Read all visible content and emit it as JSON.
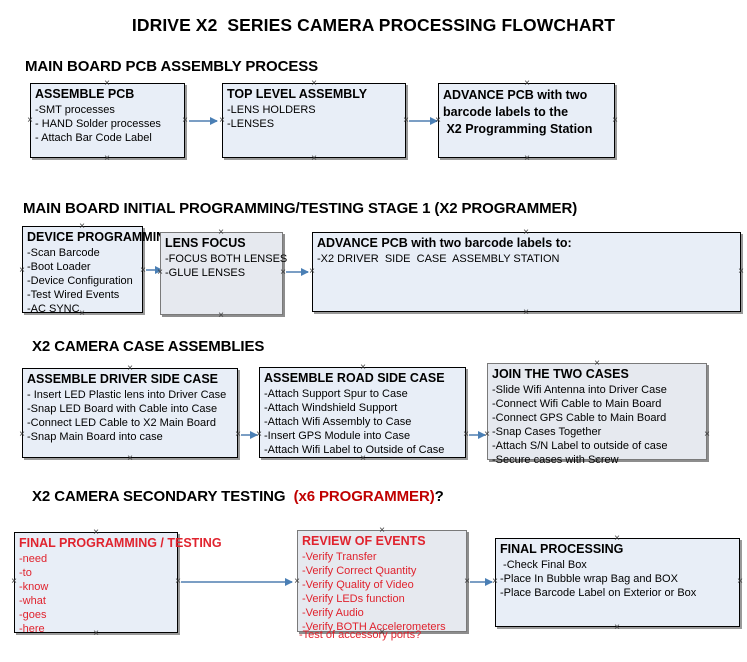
{
  "title": "IDRIVE X2  SERIES CAMERA PROCESSING FLOWCHART",
  "theme": {
    "box_fill": "#e8eef7",
    "box_fill_gray": "#e6e9ef",
    "box_border": "#000000",
    "box_border_gray": "#7a7a7a",
    "box_shadow": "#9a9a9a",
    "arrow_line": "#7b9ec4",
    "arrow_head": "#4a7fb5",
    "accent_red": "#c00000",
    "box_red_text": "#e0232e",
    "text": "#000000",
    "background": "#ffffff"
  },
  "sections": [
    {
      "id": "main-board-pcb-assembly",
      "heading": "MAIN BOARD PCB ASSEMBLY PROCESS",
      "heading_accent": "",
      "heading_tail": "",
      "boxes": [
        {
          "id": "assemble-pcb",
          "title": "ASSEMBLE PCB",
          "lines": [
            "-SMT processes",
            "- HAND Solder processes",
            "- Attach Bar Code Label"
          ]
        },
        {
          "id": "top-level-assembly",
          "title": "TOP LEVEL ASSEMBLY",
          "lines": [
            "-LENS HOLDERS",
            "-LENSES"
          ]
        },
        {
          "id": "advance-pcb-to-programming-station",
          "title": "ADVANCE PCB with two\nbarcode labels to the\n X2 Programming Station",
          "lines": []
        }
      ]
    },
    {
      "id": "main-board-initial-programming",
      "heading": "MAIN BOARD INITIAL PROGRAMMING/TESTING STAGE 1 (X2 PROGRAMMER)",
      "heading_accent": "",
      "heading_tail": "",
      "boxes": [
        {
          "id": "device-programming",
          "title": "DEVICE PROGRAMMING",
          "lines": [
            "-Scan Barcode",
            "-Boot Loader",
            "-Device Configuration",
            "-Test Wired Events",
            "-AC SYNC"
          ]
        },
        {
          "id": "lens-focus",
          "title": "LENS FOCUS",
          "lines": [
            "-FOCUS BOTH LENSES",
            "-GLUE LENSES"
          ]
        },
        {
          "id": "advance-pcb-to-driver-side-case",
          "title": "ADVANCE PCB with two barcode labels to:",
          "lines": [
            "-X2 DRIVER  SIDE  CASE  ASSEMBLY STATION"
          ]
        }
      ]
    },
    {
      "id": "x2-camera-case-assemblies",
      "heading": "X2 CAMERA CASE ASSEMBLIES",
      "heading_accent": "",
      "heading_tail": "",
      "boxes": [
        {
          "id": "assemble-driver-side-case",
          "title": "ASSEMBLE DRIVER SIDE CASE",
          "lines": [
            "- Insert LED Plastic lens into Driver Case",
            "-Snap LED Board with Cable into Case",
            "-Connect LED Cable to X2 Main Board",
            "-Snap Main Board into case"
          ]
        },
        {
          "id": "assemble-road-side-case",
          "title": "ASSEMBLE ROAD SIDE CASE",
          "lines": [
            "-Attach Support Spur to Case",
            "-Attach Windshield Support",
            "-Attach Wifi Assembly to Case",
            "-Insert GPS Module into Case",
            "-Attach Wifi Label to Outside of Case"
          ]
        },
        {
          "id": "join-the-two-cases",
          "title": "JOIN THE TWO CASES",
          "lines": [
            "-Slide Wifi Antenna into Driver Case",
            "-Connect Wifi Cable to Main Board",
            "-Connect GPS Cable to Main Board",
            "-Snap Cases Together",
            "-Attach S/N Label to outside of case",
            "-Secure cases with Screw"
          ]
        }
      ]
    },
    {
      "id": "x2-camera-secondary-testing",
      "heading": "X2 CAMERA SECONDARY TESTING  ",
      "heading_accent": "(x6 PROGRAMMER)",
      "heading_tail": "?",
      "boxes": [
        {
          "id": "final-programming-testing",
          "title": "FINAL PROGRAMMING / TESTING",
          "lines": [
            "-need",
            "-to",
            "-know",
            "-what",
            "-goes",
            "-here"
          ]
        },
        {
          "id": "review-of-events",
          "title": "REVIEW OF EVENTS",
          "lines": [
            "-Verify Transfer",
            "-Verify Correct Quantity",
            "-Verify Quality of Video",
            "-Verify LEDs function",
            "-Verify Audio",
            "-Verify BOTH Accelerometers"
          ],
          "overflow_line": "-Test of accessory ports?"
        },
        {
          "id": "final-processing",
          "title": "FINAL PROCESSING",
          "lines": [
            " -Check Final Box",
            "-Place In Bubble wrap Bag and BOX",
            "-Place Barcode Label on Exterior or Box"
          ]
        }
      ]
    }
  ]
}
